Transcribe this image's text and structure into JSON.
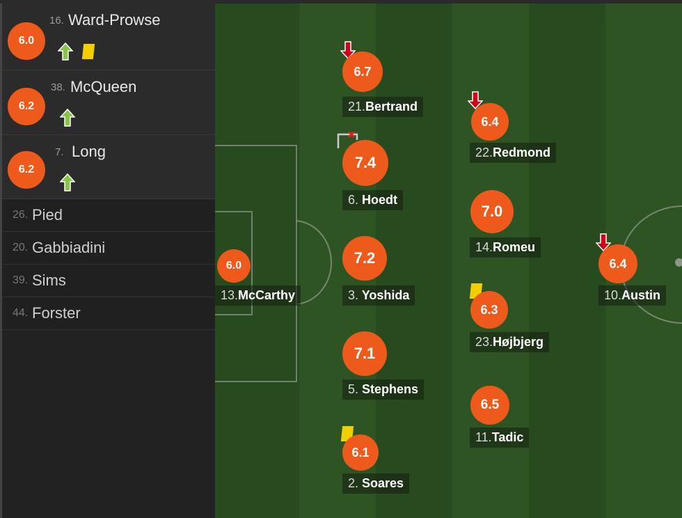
{
  "substitutes_used": [
    {
      "number": "16.",
      "name": "Ward-Prowse",
      "rating": "6.0",
      "subbed_on": true,
      "yellow_card": true
    },
    {
      "number": "38.",
      "name": "McQueen",
      "rating": "6.2",
      "subbed_on": true,
      "yellow_card": false
    },
    {
      "number": "7.",
      "name": "Long",
      "rating": "6.2",
      "subbed_on": true,
      "yellow_card": false
    }
  ],
  "bench": [
    {
      "number": "26.",
      "name": "Pied"
    },
    {
      "number": "20.",
      "name": "Gabbiadini"
    },
    {
      "number": "39.",
      "name": "Sims"
    },
    {
      "number": "44.",
      "name": "Forster"
    }
  ],
  "players": [
    {
      "number": "13.",
      "name": "McCarthy",
      "rating": "6.0"
    },
    {
      "number": "21.",
      "name": "Bertrand",
      "rating": "6.7",
      "subbed_off": true
    },
    {
      "number": "6.",
      "name": "Hoedt",
      "rating": "7.4",
      "offside": true
    },
    {
      "number": "3.",
      "name": "Yoshida",
      "rating": "7.2"
    },
    {
      "number": "5.",
      "name": "Stephens",
      "rating": "7.1"
    },
    {
      "number": "2.",
      "name": "Soares",
      "rating": "6.1",
      "yellow_card": true
    },
    {
      "number": "22.",
      "name": "Redmond",
      "rating": "6.4",
      "subbed_off": true
    },
    {
      "number": "14.",
      "name": "Romeu",
      "rating": "7.0"
    },
    {
      "number": "23.",
      "name": "Højbjerg",
      "rating": "6.3",
      "yellow_card": true
    },
    {
      "number": "11.",
      "name": "Tadic",
      "rating": "6.5"
    },
    {
      "number": "10.",
      "name": "Austin",
      "rating": "6.4",
      "subbed_off": true
    }
  ],
  "colors": {
    "rating_badge": "#ee5a1c",
    "sub_on_arrow": "#8bc34a",
    "sub_off_arrow": "#d0021b",
    "yellow_card": "#f2d000",
    "pitch_dark": "#284a1f",
    "pitch_light": "#2f5424"
  }
}
